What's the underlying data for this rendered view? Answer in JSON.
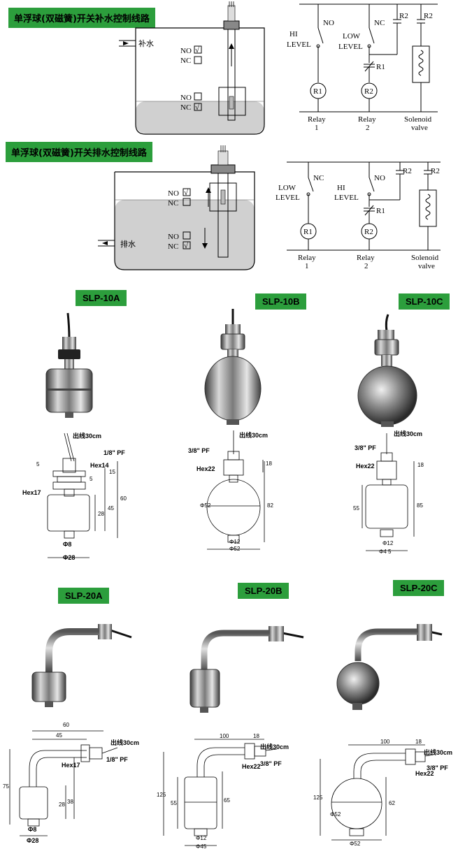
{
  "headers": {
    "fill": "单浮球(双磁簧)开关补水控制线路",
    "drain": "单浮球(双磁簧)开关排水控制线路"
  },
  "tank1": {
    "inlet": "补水",
    "no_top": "NO",
    "nc_top": "NC",
    "no_bot": "NO",
    "nc_bot": "NC"
  },
  "tank2": {
    "outlet": "排水",
    "no_top": "NO",
    "nc_top": "NC",
    "no_bot": "NO",
    "nc_bot": "NC"
  },
  "circuit1": {
    "sw1_type": "NO",
    "sw1_level1": "HI",
    "sw1_level2": "LEVEL",
    "sw2_type": "NC",
    "sw2_level1": "LOW",
    "sw2_level2": "LEVEL",
    "contact_r2a": "R2",
    "contact_r2b": "R2",
    "contact_r1": "R1",
    "coil1": "R1",
    "coil2": "R2",
    "relay1a": "Relay",
    "relay1b": "1",
    "relay2a": "Relay",
    "relay2b": "2",
    "sol_a": "Solenoid",
    "sol_b": "valve"
  },
  "circuit2": {
    "sw1_type": "NC",
    "sw1_level1": "LOW",
    "sw1_level2": "LEVEL",
    "sw2_type": "NO",
    "sw2_level1": "HI",
    "sw2_level2": "LEVEL",
    "contact_r2a": "R2",
    "contact_r2b": "R2",
    "contact_r1": "R1",
    "coil1": "R1",
    "coil2": "R2",
    "relay1a": "Relay",
    "relay1b": "1",
    "relay2a": "Relay",
    "relay2b": "2",
    "sol_a": "Solenoid",
    "sol_b": "valve"
  },
  "models": {
    "m10a": "SLP-10A",
    "m10b": "SLP-10B",
    "m10c": "SLP-10C",
    "m20a": "SLP-20A",
    "m20b": "SLP-20B",
    "m20c": "SLP-20C"
  },
  "d10a": {
    "cable": "出线30cm",
    "thread": "1/8\" PF",
    "hex14": "Hex14",
    "hex17": "Hex17",
    "d5a": "5",
    "d5b": "5",
    "d15": "15",
    "d28": "28",
    "d45": "45",
    "d60": "60",
    "dia8": "Φ8",
    "dia28": "Φ28"
  },
  "d10b": {
    "cable": "出线30cm",
    "thread": "3/8\" PF",
    "hex": "Hex22",
    "d18": "18",
    "dia52": "Φ52",
    "d82": "82",
    "dia12": "Φ12",
    "dia52b": "Φ52"
  },
  "d10c": {
    "cable": "出线30cm",
    "thread": "3/8\" PF",
    "hex": "Hex22",
    "d18": "18",
    "d55": "55",
    "d85": "85",
    "dia12": "Φ12",
    "dia45": "Φ4 5"
  },
  "d20a": {
    "w60": "60",
    "w45": "45",
    "cable": "出线30cm",
    "hex": "Hex17",
    "thread": "1/8\" PF",
    "h75": "75",
    "h38": "38",
    "h28": "28",
    "dia8": "Φ8",
    "dia28": "Φ28"
  },
  "d20b": {
    "w100": "100",
    "w18": "18",
    "cable": "出线30cm",
    "hex": "Hex22",
    "thread": "3/8\" PF",
    "h125": "125",
    "h55": "55",
    "h65": "65",
    "dia12": "Φ12",
    "dia45": "Φ45"
  },
  "d20c": {
    "w100": "100",
    "w18": "18",
    "cable": "出线30cm",
    "hex": "Hex22",
    "thread": "3/8\" PF",
    "h125": "125",
    "dia52": "Φ52",
    "h62": "62",
    "dia52b": "Φ52"
  }
}
